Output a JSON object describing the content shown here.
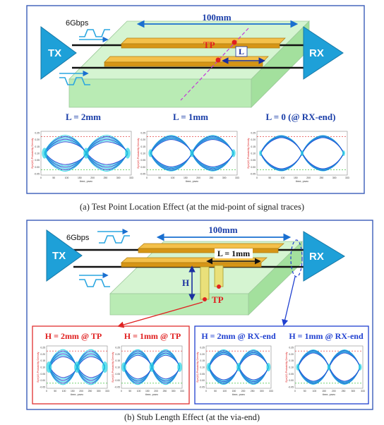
{
  "colors": {
    "board": "#c6efc3",
    "board_dark": "#8fd48a",
    "trace": "#f2b12c",
    "tx_rx": "#1ea0d8",
    "frame_blue": "#3a5cb8",
    "frame_red": "#e03030",
    "label_blue": "#1a3ea8",
    "label_red": "#e02020",
    "eye_blue": "#1f3fd0",
    "eye_cyan": "#27d6e6"
  },
  "panel_a": {
    "speed": "6Gbps",
    "tx": "TX",
    "rx": "RX",
    "length": "100mm",
    "tp": "TP",
    "l": "L",
    "eyes": [
      {
        "title": "L = 2mm"
      },
      {
        "title": "L = 1mm"
      },
      {
        "title": "L = 0 (@ RX-end)"
      }
    ],
    "caption": "(a) Test Point Location Effect (at the mid-point of signal traces)"
  },
  "panel_b": {
    "speed": "6Gbps",
    "tx": "TX",
    "rx": "RX",
    "length": "100mm",
    "l": "L = 1mm",
    "h": "H",
    "tp": "TP",
    "eyes": [
      {
        "title": "H = 2mm @ TP"
      },
      {
        "title": "H = 1mm @ TP"
      },
      {
        "title": "H = 2mm @ RX-end"
      },
      {
        "title": "H = 1mm @ RX-end"
      }
    ],
    "caption": "(b) Stub Length Effect (at the via-end)"
  },
  "eye_plot": {
    "ylabel": "Eye(UI) Probability Density",
    "xlabel": "time, psec",
    "yticks": [
      "0.25",
      "0.20",
      "0.15",
      "0.10",
      "0.05",
      "0.00",
      "-0.05"
    ],
    "xticks": [
      "0",
      "50",
      "100",
      "150",
      "200",
      "250",
      "300",
      "333"
    ]
  }
}
